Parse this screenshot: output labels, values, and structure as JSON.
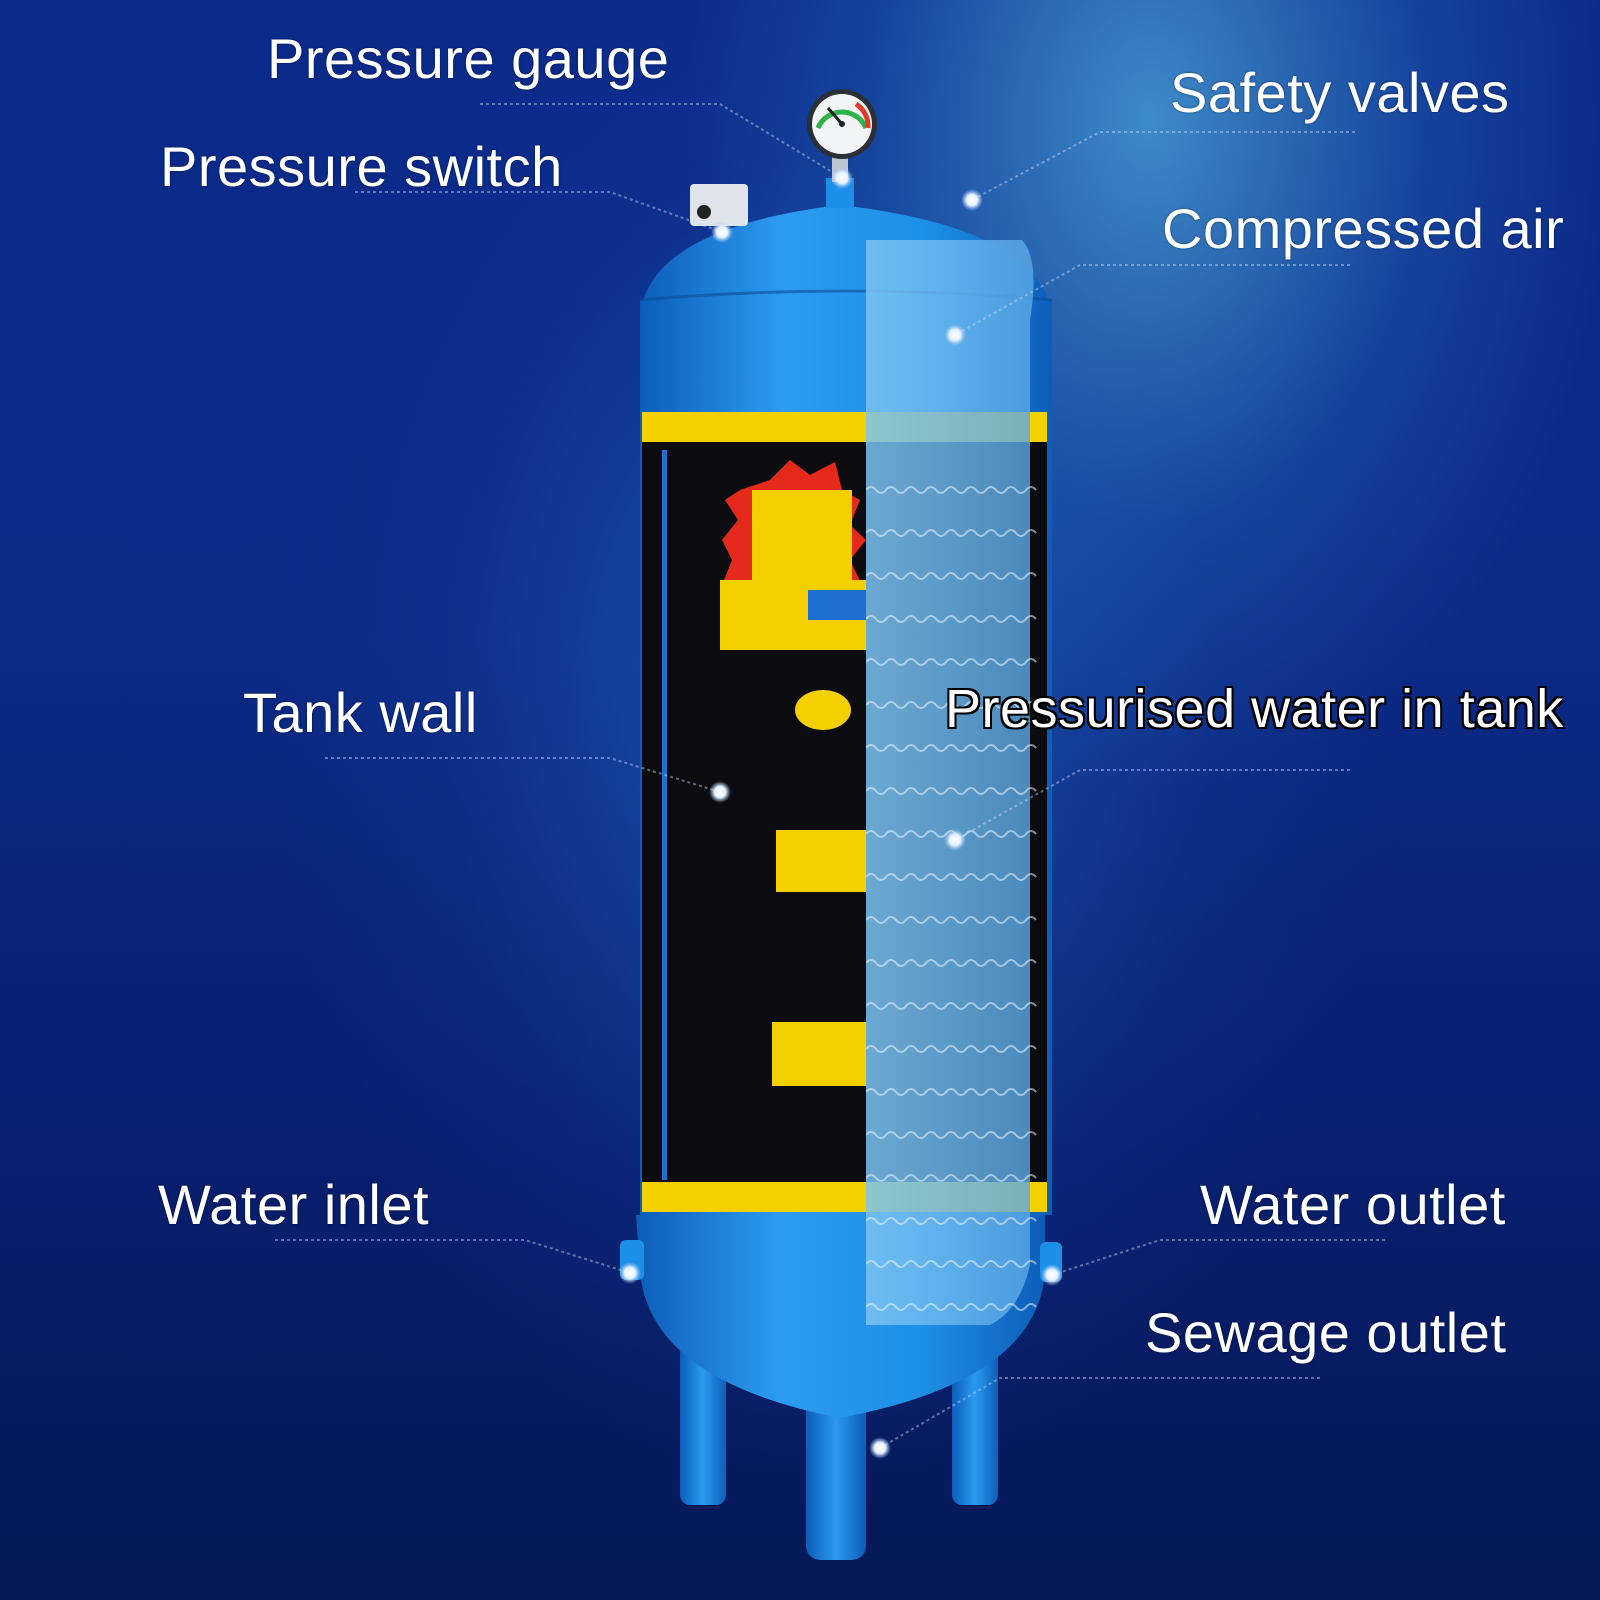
{
  "labels": {
    "pressure_gauge": "Pressure gauge",
    "pressure_switch": "Pressure switch",
    "safety_valves": "Safety valves",
    "compressed_air": "Compressed air",
    "tank_wall": "Tank wall",
    "pressurised_water": "Pressurised water in tank",
    "water_inlet": "Water inlet",
    "water_outlet": "Water outlet",
    "sewage_outlet": "Sewage outlet"
  },
  "colors": {
    "tank_body": "#1e8fe6",
    "tank_dark": "#0d5db8",
    "cutaway_water": "#62b4ee",
    "warning_band": "#f5d000",
    "label_panel": "#0c0c10",
    "background": "#0a2a8a"
  }
}
